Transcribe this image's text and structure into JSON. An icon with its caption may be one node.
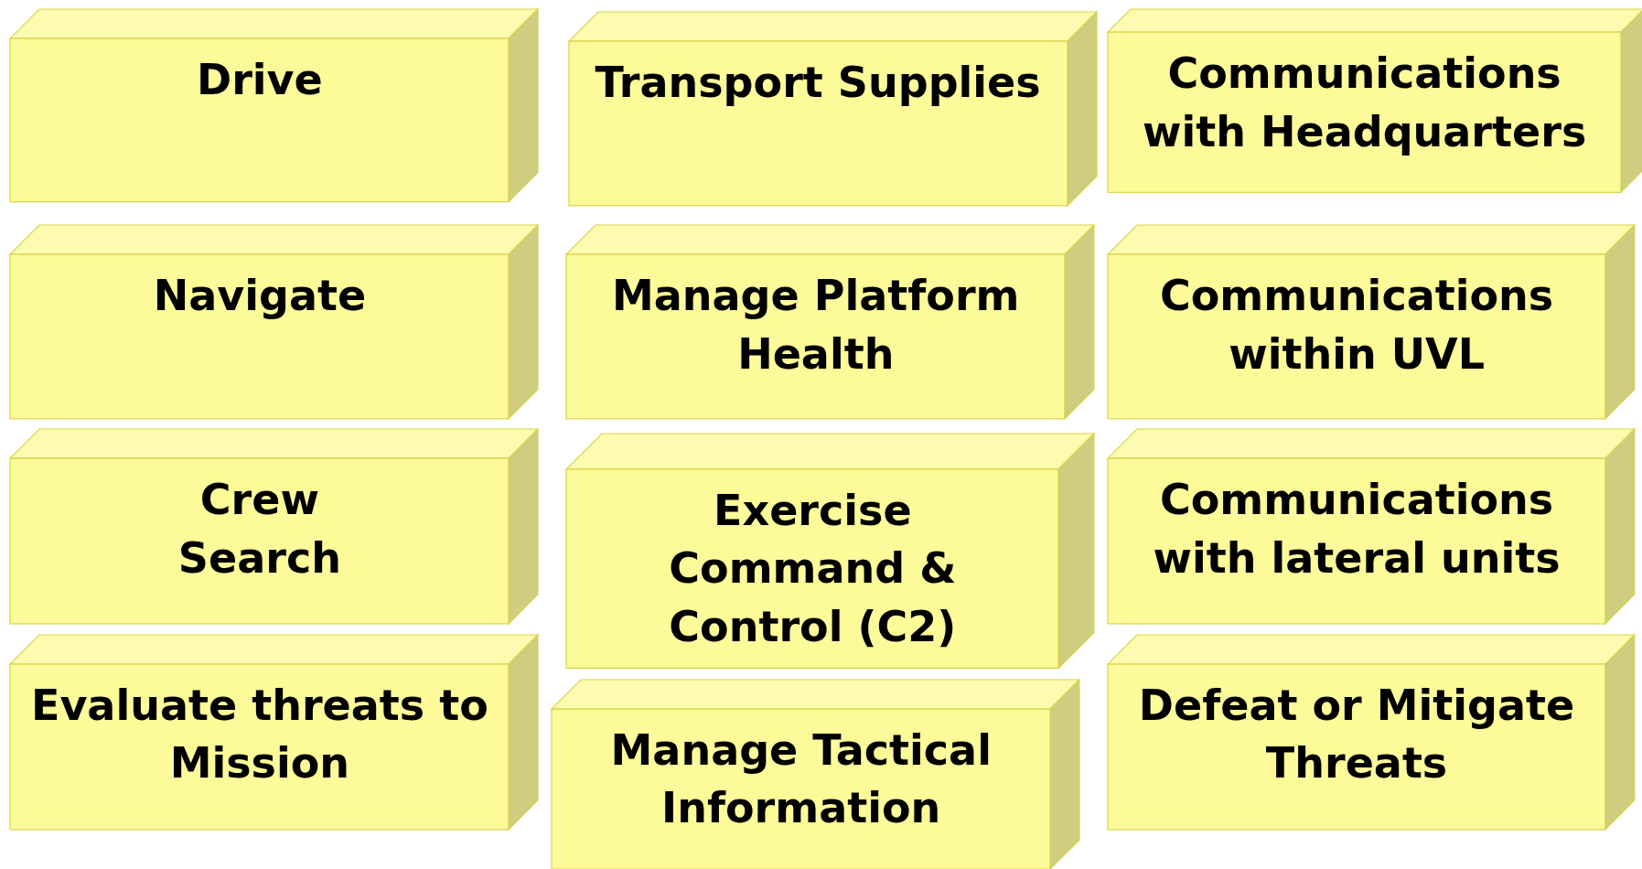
{
  "diagram": {
    "nodes": [
      {
        "text": [
          "Drive"
        ]
      },
      {
        "text": [
          "Transport Supplies"
        ]
      },
      {
        "text": [
          "Communications with Headquarters"
        ]
      },
      {
        "text": [
          "Navigate"
        ]
      },
      {
        "text": [
          "Manage Platform Health"
        ]
      },
      {
        "text": [
          "Communications within UVL"
        ]
      },
      {
        "text": [
          "Crew Search"
        ]
      },
      {
        "text": [
          "Exercise Command & Control (C2)"
        ]
      },
      {
        "text": [
          "Communications with lateral units"
        ]
      },
      {
        "text": [
          "Evaluate threats to Mission"
        ]
      },
      {
        "text": [
          "Manage Tactical Information"
        ]
      },
      {
        "text": [
          "Defeat or Mitigate Threats"
        ]
      }
    ]
  }
}
